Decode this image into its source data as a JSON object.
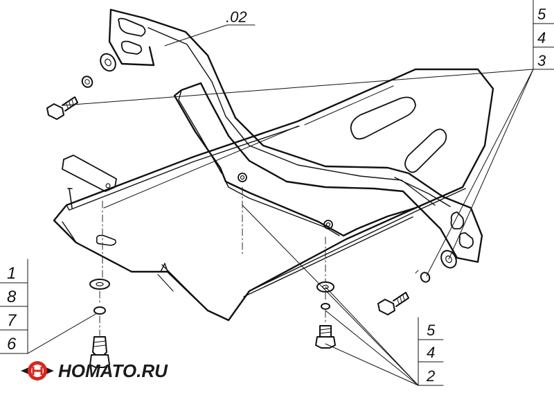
{
  "drawing": {
    "part_label": ".02",
    "callout_top_right": [
      "5",
      "4",
      "3"
    ],
    "callout_left": [
      "1",
      "8",
      "7",
      "6"
    ],
    "callout_bottom_right": [
      "5",
      "4",
      "2"
    ]
  },
  "logo": {
    "text": "HOMATO.RU",
    "accent_color": "#d9261c"
  },
  "colors": {
    "line": "#111111",
    "background": "#ffffff"
  }
}
